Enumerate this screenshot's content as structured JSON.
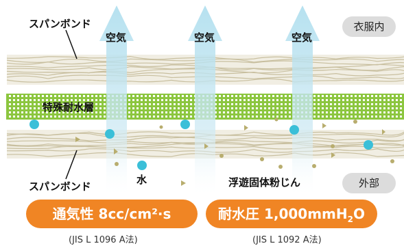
{
  "labels": {
    "spunbond_top": "スパンボンド",
    "spunbond_bottom": "スパンボンド",
    "air": [
      "空気",
      "空気",
      "空気"
    ],
    "special_layer": "特殊耐水層",
    "water": "水",
    "particles": "浮遊固体粉じん",
    "inside": "衣服内",
    "outside": "外部"
  },
  "specs": {
    "breathability": {
      "label": "通気性",
      "value": "8cc/cm²·s",
      "standard": "(JIS L 1096 A法)"
    },
    "water_pressure": {
      "label": "耐水圧",
      "value_prefix": "1,000mmH",
      "value_sub": "2",
      "value_suffix": "O",
      "standard": "(JIS L 1092 A法)"
    }
  },
  "colors": {
    "orange": "#f08524",
    "green": "#8cc63f",
    "air_blue": "#bfe6f2",
    "water_blue": "#3bbfd8",
    "fiber_bg": "#f1eee3",
    "fiber_line": "#c8bf9f",
    "particle": "#b8ad6e",
    "gray_pill": "#dcdcdc"
  }
}
